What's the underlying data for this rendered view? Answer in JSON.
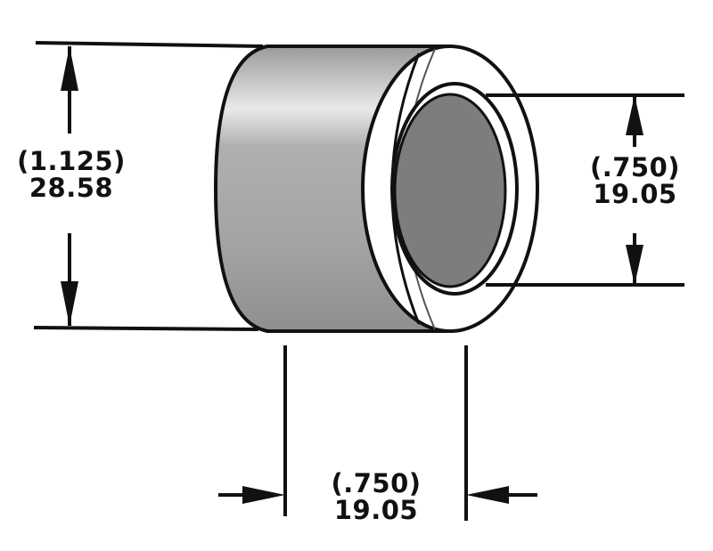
{
  "diagram": {
    "title": "",
    "part": "cylindrical spacer",
    "colors": {
      "body_fill": "#a6a6a6",
      "body_highlight": "#e6e6e6",
      "bore_fill": "#7d7d7d",
      "line": "#111111",
      "background": "#ffffff"
    },
    "dimensions": {
      "outer_diameter": {
        "inch": "(1.125)",
        "mm": "28.58"
      },
      "inner_diameter": {
        "inch": "(.750)",
        "mm": "19.05"
      },
      "length": {
        "inch": "(.750)",
        "mm": "19.05"
      }
    }
  }
}
